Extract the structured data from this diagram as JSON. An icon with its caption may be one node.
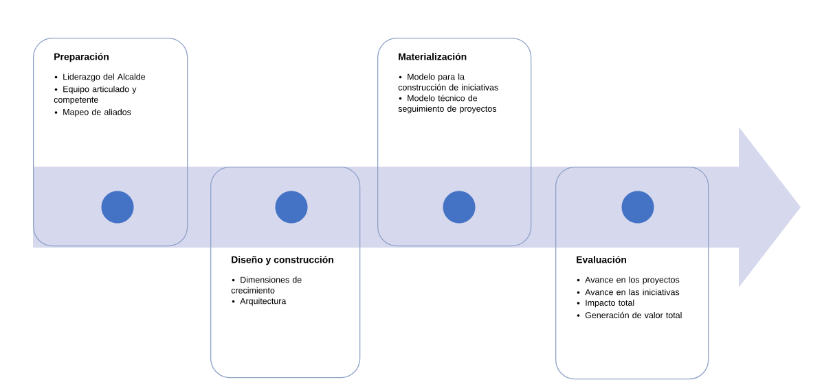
{
  "diagram": {
    "nodes": [
      {
        "text": [
          "Preparación",
          "Liderazgo del Alcalde",
          "Equipo articulado y competente",
          "Mapeo de aliados"
        ]
      },
      {
        "text": [],
        "shape": "circle",
        "in": 0
      },
      {
        "text": [
          "Diseño y construcción",
          "Dimensiones de crecimiento",
          "Arquitectura"
        ]
      },
      {
        "text": [],
        "shape": "circle",
        "in": 2
      },
      {
        "text": [
          "Materialización",
          "Modelo para la construcción de iniciativas",
          "Modelo técnico de seguimiento de proyectos"
        ]
      },
      {
        "text": [],
        "shape": "circle",
        "in": 4
      },
      {
        "text": [
          "Evaluación",
          "Avance en los proyectos",
          "Avance en las iniciativas",
          "Impacto total",
          "Generación de valor total"
        ]
      },
      {
        "text": [],
        "shape": "circle",
        "in": 6
      }
    ]
  }
}
